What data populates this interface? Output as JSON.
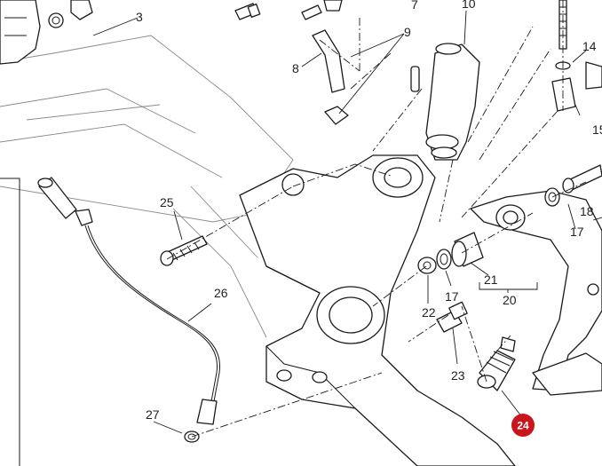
{
  "diagram": {
    "labels": {
      "p3": "3",
      "p7": "7",
      "p8": "8",
      "p9": "9",
      "p10": "10",
      "p14": "14",
      "p15": "15",
      "p17a": "17",
      "p17b": "17",
      "p18": "18",
      "p20": "20",
      "p21": "21",
      "p22": "22",
      "p23": "23",
      "p25": "25",
      "p26": "26",
      "p27": "27"
    },
    "highlight": {
      "label": "24",
      "color": "#c8161d"
    }
  }
}
